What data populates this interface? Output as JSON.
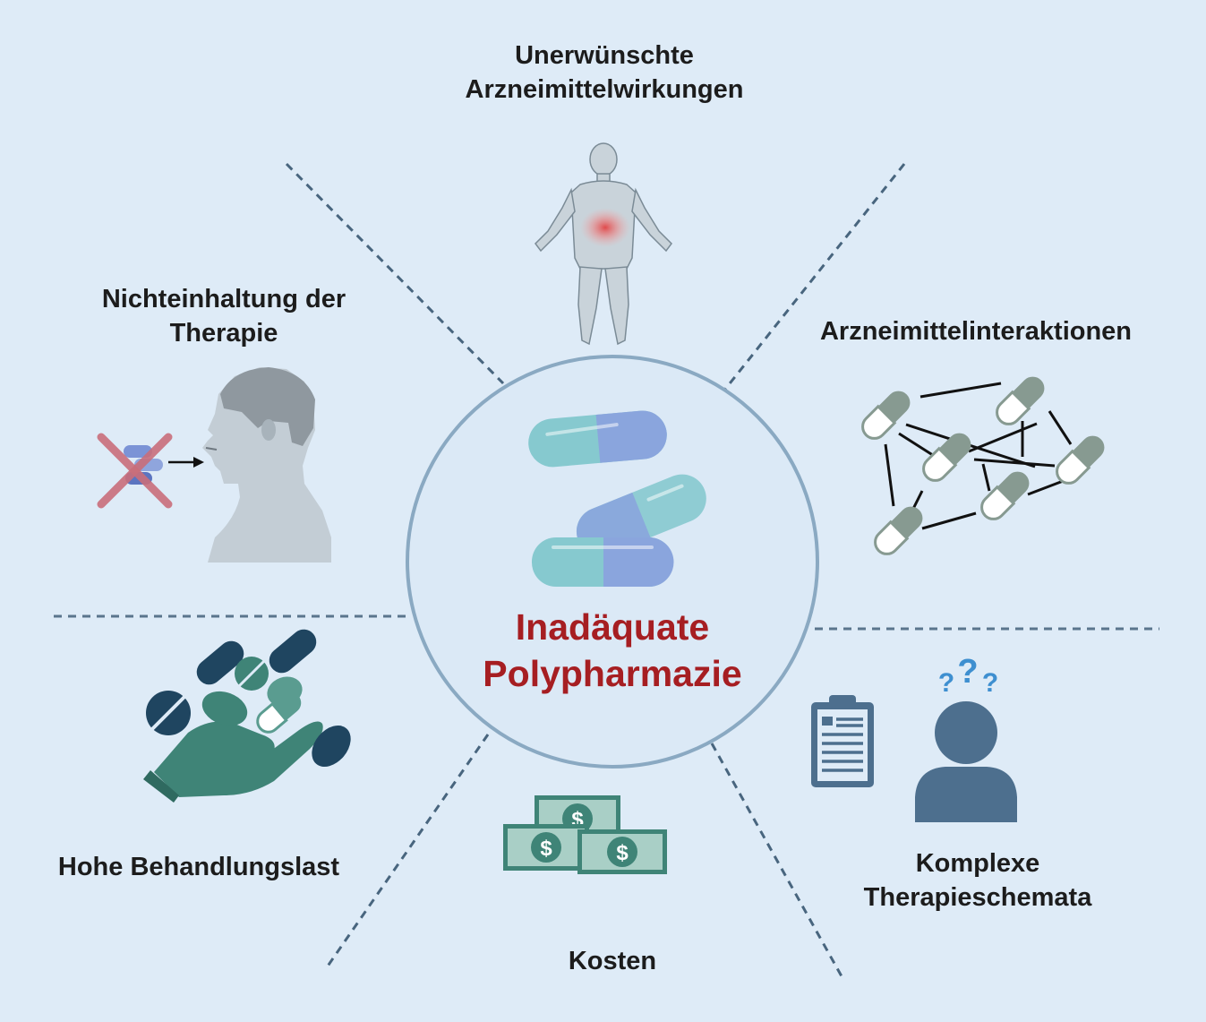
{
  "center": {
    "line1": "Inadäquate",
    "line2": "Polypharmazie",
    "color": "#a61e22"
  },
  "factors": {
    "adverse_effects": {
      "line1": "Unerwünschte",
      "line2": "Arzneimittelwirkungen",
      "icon": "human-body-pain-icon"
    },
    "interactions": {
      "line1": "Arzneimittelinteraktionen",
      "icon": "pill-network-icon"
    },
    "complex_regimens": {
      "line1": "Komplexe",
      "line2": "Therapieschemata",
      "icon": "confused-person-clipboard-icon"
    },
    "costs": {
      "line1": "Kosten",
      "icon": "dollar-bills-icon"
    },
    "treatment_burden": {
      "line1": "Hohe Behandlungslast",
      "icon": "hand-pills-icon"
    },
    "non_adherence": {
      "line1": "Nichteinhaltung der",
      "line2": "Therapie",
      "icon": "refused-pill-head-icon"
    }
  },
  "colors": {
    "background": "#deebf7",
    "divider": "#2e4d68",
    "circle": "#8aa9c2",
    "teal": "#3f8477",
    "navy": "#1f4560",
    "capsule_teal": "#86c9cf",
    "capsule_blue": "#8aa5dd"
  }
}
